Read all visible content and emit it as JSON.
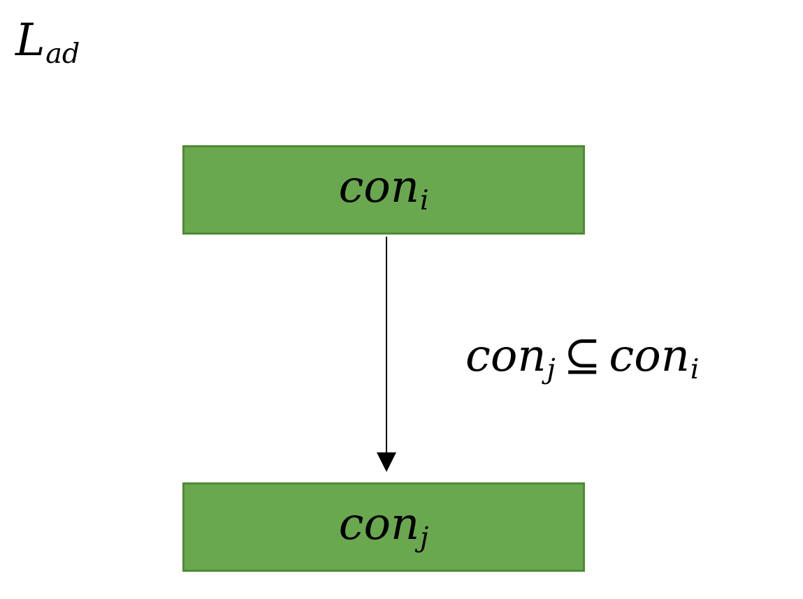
{
  "diagram": {
    "title": {
      "base": "L",
      "subscript": "ad"
    },
    "nodes": [
      {
        "id": "con_i",
        "base": "con",
        "subscript": "i"
      },
      {
        "id": "con_j",
        "base": "con",
        "subscript": "j"
      }
    ],
    "edge": {
      "from": "con_i",
      "to": "con_j",
      "label": {
        "left_base": "con",
        "left_subscript": "j",
        "operator": "⊆",
        "right_base": "con",
        "right_subscript": "i"
      }
    },
    "colors": {
      "node_fill": "#6aa84f",
      "node_border": "#4f8a34",
      "arrow": "#000000"
    }
  }
}
